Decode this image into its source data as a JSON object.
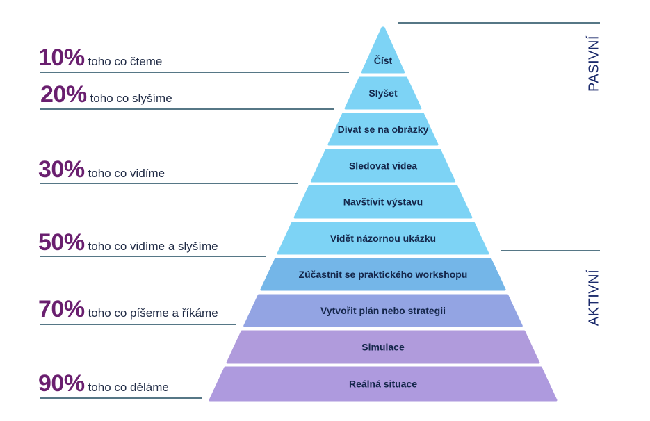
{
  "tiers": [
    {
      "label": "Číst",
      "color": "#7dd3f5"
    },
    {
      "label": "Slyšet",
      "color": "#7dd3f5"
    },
    {
      "label": "Dívat se na obrázky",
      "color": "#7dd3f5"
    },
    {
      "label": "Sledovat videa",
      "color": "#7dd3f5"
    },
    {
      "label": "Navštívit výstavu",
      "color": "#7dd3f5"
    },
    {
      "label": "Vidět názornou ukázku",
      "color": "#7dd3f5"
    },
    {
      "label": "Zúčastnit se praktického workshopu",
      "color": "#74b6e8"
    },
    {
      "label": "Vytvořit plán nebo strategii",
      "color": "#93a4e3"
    },
    {
      "label": "Simulace",
      "color": "#b09bdc"
    },
    {
      "label": "Reálná situace",
      "color": "#ae9ade"
    }
  ],
  "stats": [
    {
      "pct": "10%",
      "text": "toho co čteme"
    },
    {
      "pct": "20%",
      "text": "toho co slyšíme"
    },
    {
      "pct": "30%",
      "text": "toho co vidíme"
    },
    {
      "pct": "50%",
      "text": "toho co vidíme a slyšíme"
    },
    {
      "pct": "70%",
      "text": "toho co píšeme a říkáme"
    },
    {
      "pct": "90%",
      "text": "toho co děláme"
    }
  ],
  "sides": {
    "passive": "PASIVNÍ",
    "active": "AKTIVNÍ"
  },
  "colors": {
    "percent": "#6a1f6f",
    "line": "#1f4a5e",
    "side_label": "#1b2a6b"
  }
}
